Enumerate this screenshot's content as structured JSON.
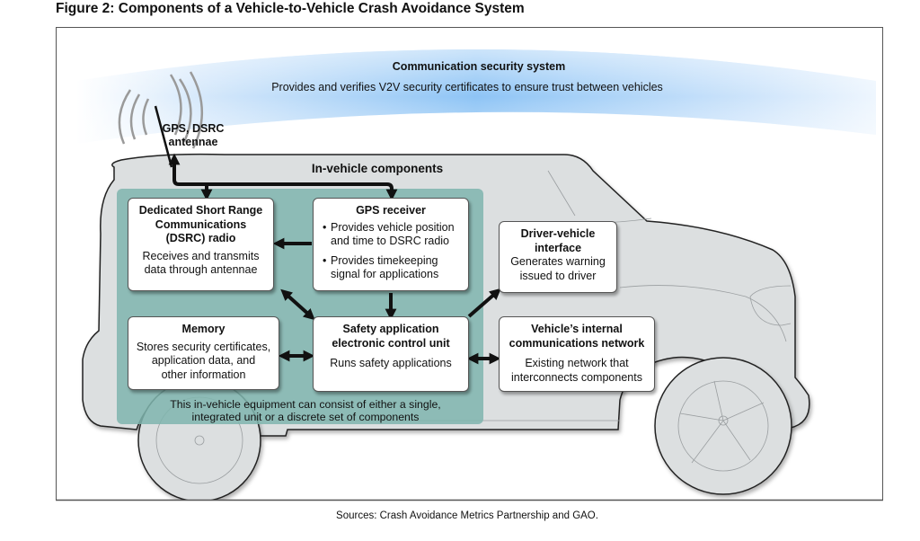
{
  "figure": {
    "title": "Figure 2: Components of a Vehicle-to-Vehicle Crash Avoidance System",
    "source": "Sources: Crash Avoidance Metrics Partnership and GAO."
  },
  "security_system": {
    "title": "Communication security system",
    "description": "Provides and verifies V2V security certificates to ensure trust between vehicles"
  },
  "antenna": {
    "label_line1": "GPS, DSRC",
    "label_line2": "antennae",
    "icon": "antenna-signal-icon"
  },
  "in_vehicle": {
    "title": "In-vehicle components",
    "note_line1": "This in-vehicle equipment can consist of either a single,",
    "note_line2": "integrated unit or a discrete set of components"
  },
  "components": {
    "dsrc_radio": {
      "title_line1": "Dedicated Short Range",
      "title_line2": "Communications",
      "title_line3": "(DSRC) radio",
      "desc_line1": "Receives and transmits",
      "desc_line2": "data through antennae"
    },
    "gps_receiver": {
      "title": "GPS receiver",
      "bullets": [
        "Provides vehicle position and time to DSRC radio",
        "Provides timekeeping signal for applications"
      ]
    },
    "driver_vehicle_interface": {
      "title_line1": "Driver-vehicle",
      "title_line2": "interface",
      "desc_line1": "Generates warning",
      "desc_line2": "issued to driver"
    },
    "memory": {
      "title": "Memory",
      "desc_line1": "Stores security certificates,",
      "desc_line2": "application data, and",
      "desc_line3": "other information"
    },
    "safety_ecu": {
      "title_line1": "Safety application",
      "title_line2": "electronic control unit",
      "desc": "Runs safety applications"
    },
    "internal_network": {
      "title_line1": "Vehicle’s internal",
      "title_line2": "communications network",
      "desc_line1": "Existing network that",
      "desc_line2": "interconnects components"
    }
  },
  "connections": [
    {
      "from": "antenna",
      "to": "dsrc_radio",
      "direction": "bidirectional"
    },
    {
      "from": "antenna",
      "to": "gps_receiver",
      "direction": "bidirectional"
    },
    {
      "from": "gps_receiver",
      "to": "dsrc_radio",
      "direction": "one-way"
    },
    {
      "from": "gps_receiver",
      "to": "safety_ecu",
      "direction": "one-way"
    },
    {
      "from": "dsrc_radio",
      "to": "safety_ecu",
      "direction": "bidirectional"
    },
    {
      "from": "memory",
      "to": "safety_ecu",
      "direction": "bidirectional"
    },
    {
      "from": "safety_ecu",
      "to": "driver_vehicle_interface",
      "direction": "one-way"
    },
    {
      "from": "safety_ecu",
      "to": "internal_network",
      "direction": "bidirectional"
    }
  ],
  "colors": {
    "security_band": "#8ec4f5",
    "in_vehicle_panel": "#7fb5ae",
    "car_body": "#dcdfe0",
    "arrow": "#111111"
  }
}
